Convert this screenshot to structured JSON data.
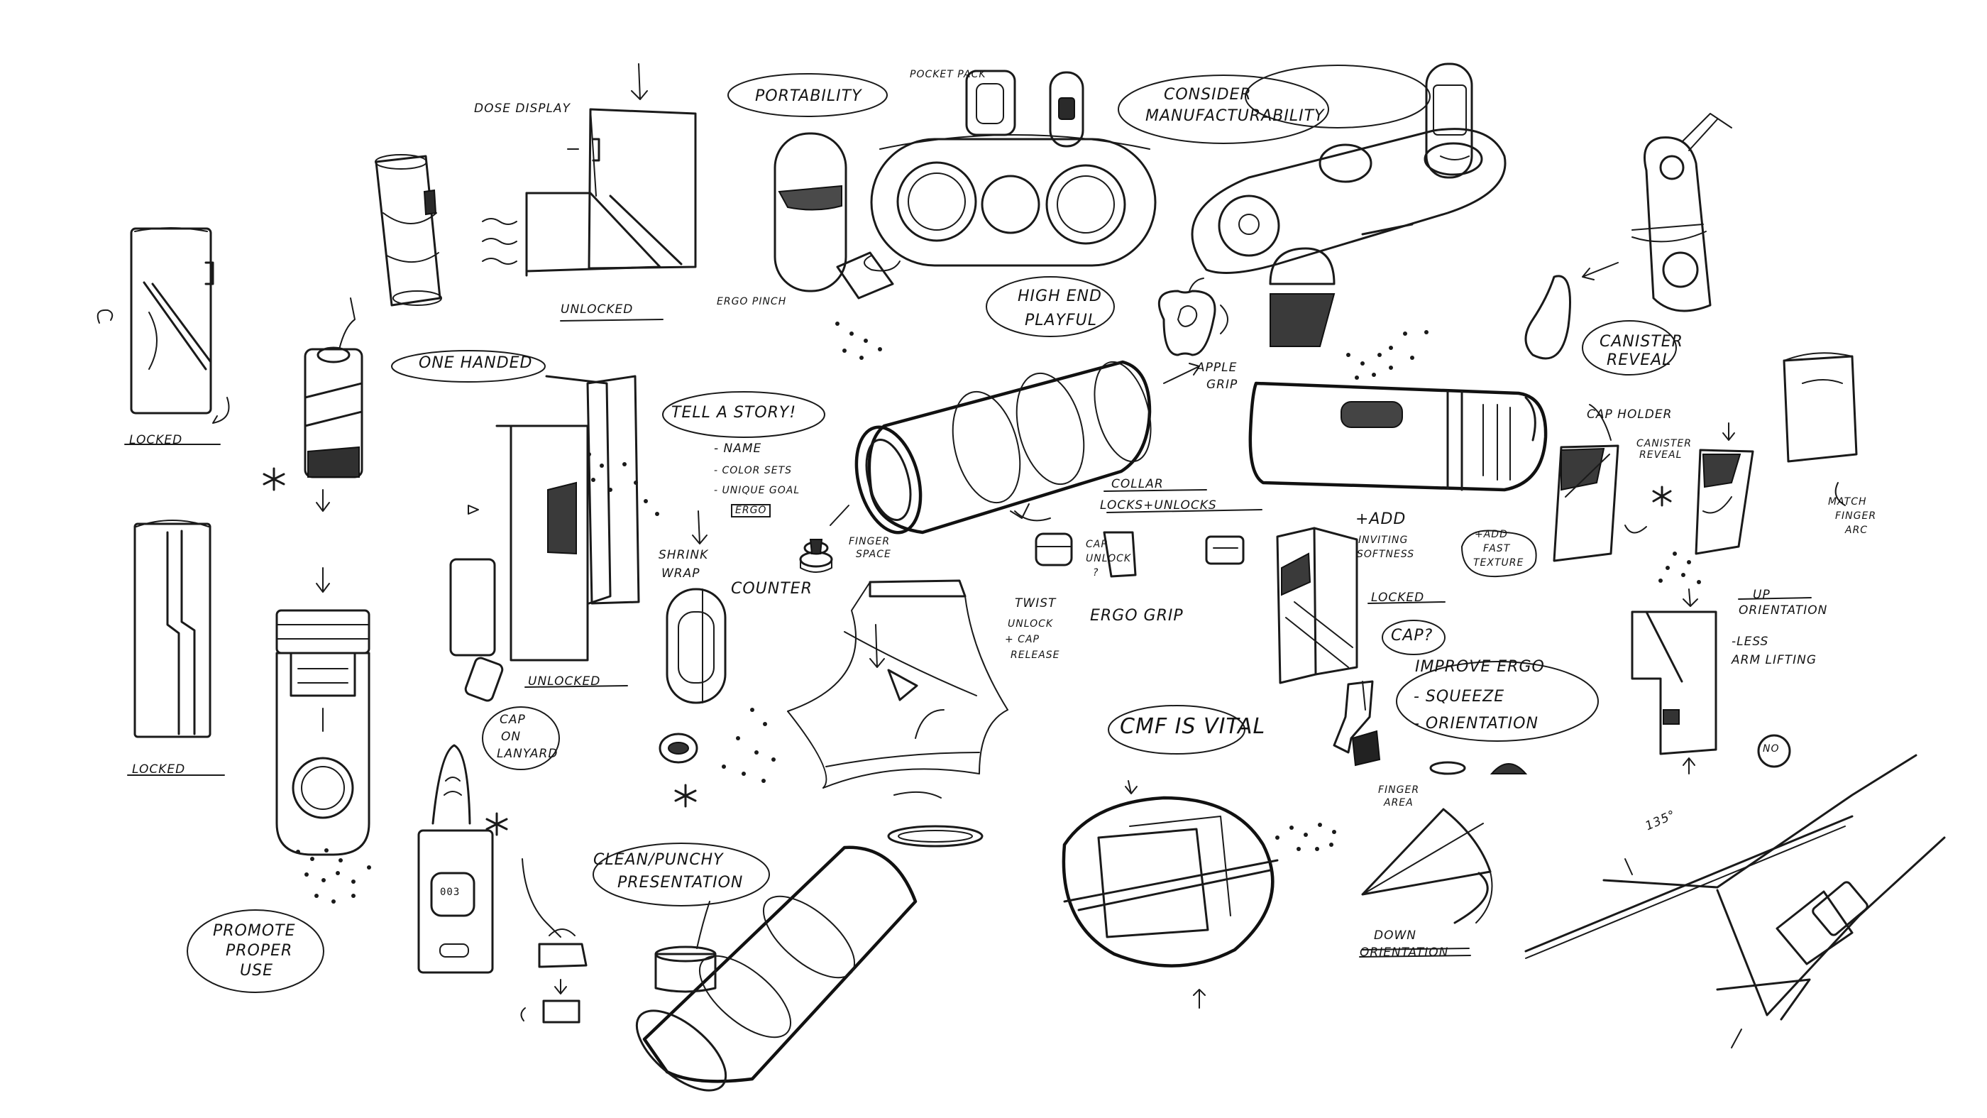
{
  "ink_color": "#1a1a1a",
  "background_color": "#ffffff",
  "notes": {
    "dose_display": "Dose Display",
    "unlocked_top": "Unlocked",
    "ergo_pinch": "Ergo Pinch",
    "portability": "Portability",
    "pocket_pack": "Pocket Pack",
    "consider_manufacturability_1": "Consider",
    "consider_manufacturability_2": "Manufacturability",
    "locked_left_top": "Locked",
    "one_handed": "One Handed",
    "locked_left_bottom": "Locked",
    "unlocked_mid": "Unlocked",
    "cap_on_lanyard_1": "Cap",
    "cap_on_lanyard_2": "on",
    "cap_on_lanyard_3": "Lanyard",
    "high_end_1": "High End",
    "high_end_2": "Playful",
    "apple_grip_1": "Apple",
    "apple_grip_2": "Grip",
    "tell_a_story": "Tell A Story!",
    "list_name": "- Name",
    "list_color_sets": "- Color Sets",
    "list_unique_goal": "- Unique Goal",
    "list_ergo": "Ergo",
    "shrink_wrap_1": "Shrink",
    "shrink_wrap_2": "Wrap",
    "counter": "Counter",
    "finger_space_1": "Finger",
    "finger_space_2": "Space",
    "twist_unlock_1": "Twist",
    "twist_unlock_2": "Unlock",
    "twist_unlock_3": "+ Cap",
    "twist_unlock_4": "Release",
    "collar": "Collar",
    "locks_unlocks": "Locks+Unlocks",
    "cap_unlock_1": "Cap",
    "cap_unlock_2": "Unlock",
    "cap_unlock_3": "?",
    "ergo_grip": "Ergo Grip",
    "add_inviting_1": "+Add",
    "add_inviting_2": "Inviting",
    "add_inviting_3": "Softness",
    "locked_right": "Locked",
    "cap_question": "Cap?",
    "improve_ergo": "Improve Ergo",
    "squeeze": "- Squeeze",
    "orientation": "- Orientation",
    "canister_reveal_1": "Canister",
    "canister_reveal_2": "Reveal",
    "cap_holder": "Cap Holder",
    "canister_reveal_small_1": "Canister",
    "canister_reveal_small_2": "Reveal",
    "add_fast_texture_1": "+Add",
    "add_fast_texture_2": "Fast",
    "add_fast_texture_3": "Texture",
    "match_finger_1": "Match",
    "match_finger_2": "Finger",
    "match_finger_3": "Arc",
    "up_orientation_1": "Up",
    "up_orientation_2": "Orientation",
    "less_arm_lifting_1": "-Less",
    "less_arm_lifting_2": "Arm Lifting",
    "no_badge": "No",
    "cmf_is_vital": "CMF is Vital",
    "finger_area_1": "Finger",
    "finger_area_2": "Area",
    "down_orientation_1": "Down",
    "down_orientation_2": "Orientation",
    "angle_135": "135°",
    "clean_punchy_1": "Clean/Punchy",
    "clean_punchy_2": "Presentation",
    "promote_proper_use_1": "Promote",
    "promote_proper_use_2": "Proper",
    "promote_proper_use_3": "Use",
    "dose_counter_digits": "003"
  }
}
